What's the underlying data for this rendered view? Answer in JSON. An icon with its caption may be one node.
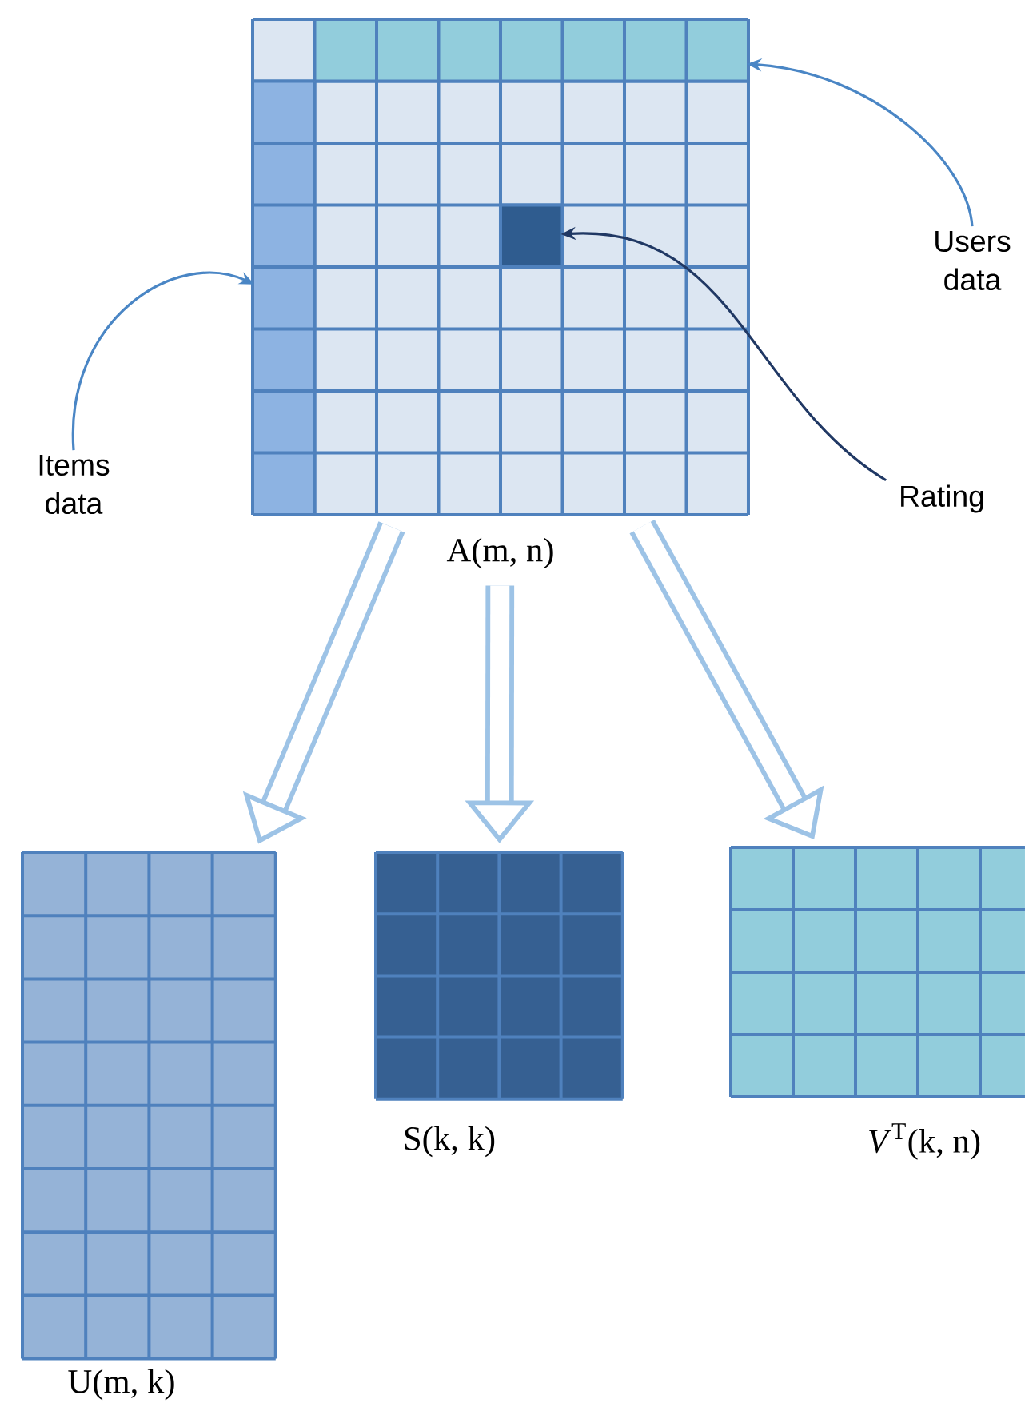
{
  "diagram": {
    "nodes": [
      {
        "text": [
          "A(m, n)"
        ]
      },
      {
        "text": [],
        "shape": "bar",
        "in": 0
      },
      {
        "text": [],
        "shape": "bar",
        "in": 0
      },
      {
        "text": [],
        "shape": "box",
        "in": 0
      },
      {
        "text": [
          "Users data"
        ]
      },
      {
        "text": [
          "Items data"
        ]
      },
      {
        "text": [
          "Rating"
        ]
      },
      {
        "text": [
          "U(m, k)"
        ]
      },
      {
        "text": [
          "S(k, k)"
        ]
      },
      {
        "text": [
          "*V*$^{T}$(k, n)"
        ]
      }
    ],
    "edges": [
      {
        "from": 4,
        "to": 1,
        "arrow": "to"
      },
      {
        "from": 5,
        "to": 2,
        "arrow": "to"
      },
      {
        "from": 6,
        "to": 3,
        "arrow": "to",
        "color": "#203864"
      },
      {
        "from": 0,
        "to": 7,
        "arrow": "to",
        "style": "thick"
      },
      {
        "from": 0,
        "to": 8,
        "arrow": "to",
        "style": "thick"
      },
      {
        "from": 0,
        "to": 9,
        "arrow": "to",
        "style": "thick"
      }
    ]
  }
}
